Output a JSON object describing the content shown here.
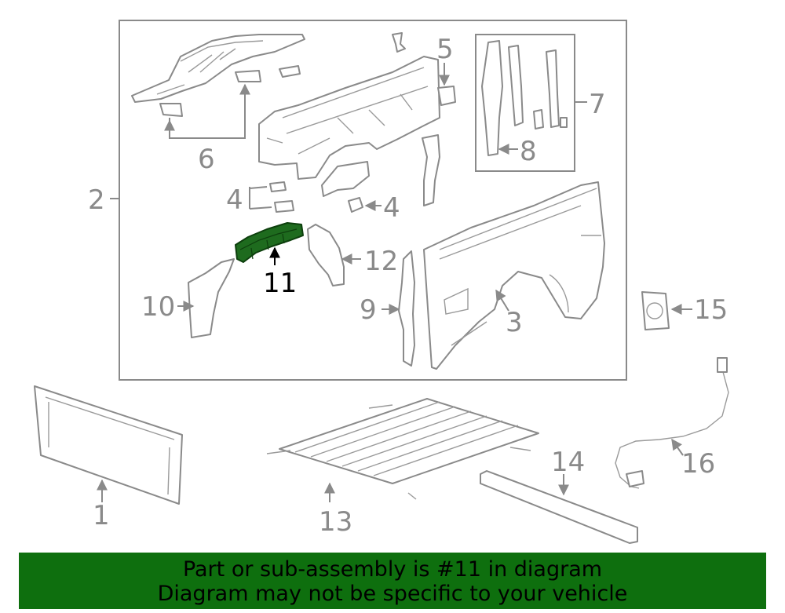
{
  "callouts": {
    "c1": "1",
    "c2": "2",
    "c3": "3",
    "c4a": "4",
    "c4b": "4",
    "c5": "5",
    "c6": "6",
    "c7": "7",
    "c8": "8",
    "c9": "9",
    "c10": "10",
    "c11": "11",
    "c12": "12",
    "c13": "13",
    "c14": "14",
    "c15": "15",
    "c16": "16"
  },
  "highlight": {
    "part": "11",
    "color": "#1e6b1e"
  },
  "banner": {
    "line1": "Part or sub-assembly is #11 in diagram",
    "line2": "Diagram may not be specific to your vehicle",
    "color": "#0e6f0e"
  },
  "colors": {
    "line": "#8a8a8a",
    "highlight": "#1e6b1e",
    "banner": "#0e6f0e"
  }
}
